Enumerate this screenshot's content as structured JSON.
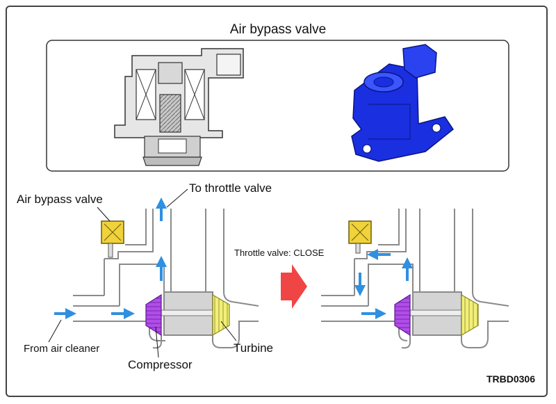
{
  "top_title": "Air bypass valve",
  "labels": {
    "air_bypass_valve": "Air bypass valve",
    "to_throttle_valve": "To throttle valve",
    "throttle_close": "Throttle valve: CLOSE",
    "from_air_cleaner": "From air cleaner",
    "compressor": "Compressor",
    "turbine": "Turbine",
    "figure_code": "TRBD0306"
  },
  "colors": {
    "flow_arrow": "#2f8fe0",
    "state_arrow": "#f04545",
    "compressor": "#b04ee6",
    "turbine": "#f2f07a",
    "valve_body": "#1a2fe0",
    "solenoid": "#f0d23a",
    "pipe": "#8a8a8a"
  },
  "icons": {
    "state_change": "red-right-arrow-icon",
    "flow": "blue-flow-arrow-icon"
  }
}
